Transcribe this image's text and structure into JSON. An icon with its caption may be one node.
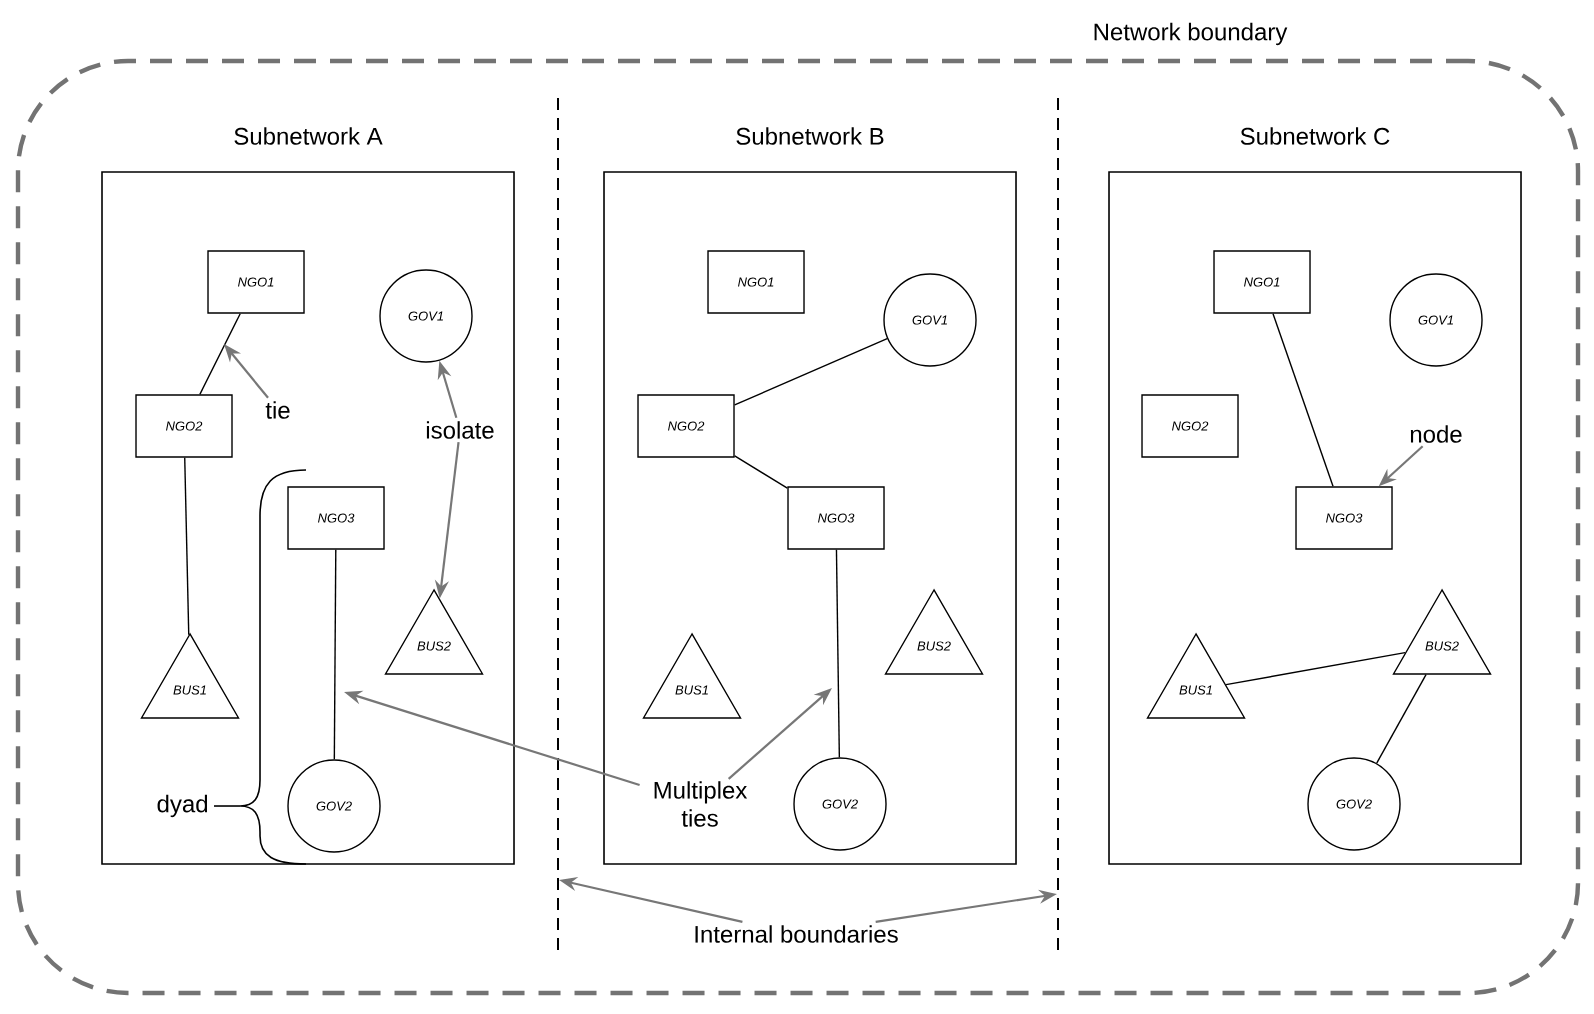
{
  "diagram": {
    "nodes": [
      {
        "text": [
          "Network boundary"
        ]
      },
      {
        "text": [
          "Subnetwork A"
        ],
        "in": 0
      },
      {
        "text": [
          "Subnetwork B"
        ],
        "in": 0
      },
      {
        "text": [
          "Subnetwork C"
        ],
        "in": 0
      },
      {
        "text": [],
        "shape": "line",
        "in": 0
      },
      {
        "text": [],
        "shape": "line",
        "in": 0
      },
      {
        "text": [
          "NGO1"
        ],
        "in": 1
      },
      {
        "text": [
          "GOV1"
        ],
        "in": 1
      },
      {
        "text": [
          "tie"
        ],
        "in": 1
      },
      {
        "text": [
          "NGO2"
        ],
        "in": 1
      },
      {
        "text": [
          "isolate"
        ],
        "in": 1
      },
      {
        "text": [
          "NGO3"
        ],
        "in": 1
      },
      {
        "text": [
          "BUS2"
        ],
        "in": 1
      },
      {
        "text": [
          "BUS1"
        ],
        "in": 1
      },
      {
        "text": [
          "GOV2"
        ],
        "in": 1
      },
      {
        "text": [
          "NGO1"
        ],
        "in": 2
      },
      {
        "text": [
          "GOV1"
        ],
        "in": 2
      },
      {
        "text": [
          "NGO2"
        ],
        "in": 2
      },
      {
        "text": [
          "NGO3"
        ],
        "in": 2
      },
      {
        "text": [
          "BUS2"
        ],
        "in": 2
      },
      {
        "text": [
          "BUS1"
        ],
        "in": 2
      },
      {
        "text": [
          "GOV2"
        ],
        "in": 2
      },
      {
        "text": [
          "Multiplex ties"
        ],
        "in": 2
      },
      {
        "text": [
          "NGO1"
        ],
        "in": 3
      },
      {
        "text": [
          "GOV1"
        ],
        "in": 3
      },
      {
        "text": [
          "NGO2"
        ],
        "in": 3
      },
      {
        "text": [
          "node"
        ],
        "in": 3
      },
      {
        "text": [
          "NGO3"
        ],
        "in": 3
      },
      {
        "text": [
          "BUS2"
        ],
        "in": 3
      },
      {
        "text": [
          "BUS1"
        ],
        "in": 3
      },
      {
        "text": [
          "GOV2"
        ],
        "in": 3
      },
      {
        "text": [
          "Internal boundaries"
        ],
        "in": 0
      }
    ],
    "edges": [
      {
        "from": 6,
        "to": 9,
        "arrow": "none"
      },
      {
        "from": 9,
        "to": 13,
        "arrow": "none"
      },
      {
        "from": 11,
        "to": 14,
        "arrow": "none"
      },
      {
        "from": 17,
        "to": 16,
        "arrow": "none"
      },
      {
        "from": 17,
        "to": 18,
        "arrow": "none"
      },
      {
        "from": 18,
        "to": 21,
        "arrow": "none"
      },
      {
        "from": 23,
        "to": 27,
        "arrow": "none"
      },
      {
        "from": 29,
        "to": 28,
        "arrow": "none"
      },
      {
        "from": 28,
        "to": 30,
        "arrow": "none"
      },
      {
        "from": 8,
        "to": null,
        "arrow": "to",
        "color": "#777777"
      },
      {
        "from": 10,
        "to": 7,
        "arrow": "to",
        "color": "#777777"
      },
      {
        "from": 10,
        "to": 12,
        "arrow": "to",
        "color": "#777777"
      },
      {
        "from": 22,
        "to": null,
        "arrow": "to",
        "color": "#777777"
      },
      {
        "from": 22,
        "to": null,
        "arrow": "to",
        "color": "#777777"
      },
      {
        "from": 26,
        "to": 27,
        "arrow": "to",
        "color": "#777777"
      },
      {
        "from": 31,
        "to": 4,
        "arrow": "to",
        "color": "#777777"
      },
      {
        "from": 31,
        "to": 5,
        "arrow": "to",
        "color": "#777777"
      }
    ],
    "labels": [
      "dyad"
    ]
  }
}
